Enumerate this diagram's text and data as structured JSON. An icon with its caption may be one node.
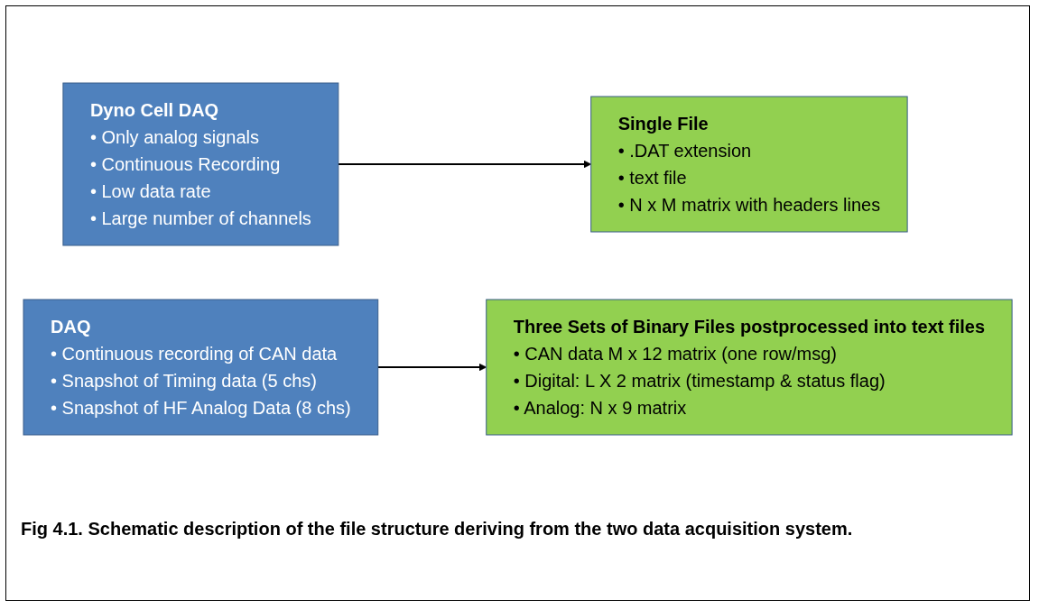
{
  "diagram": {
    "caption": "Fig 4.1. Schematic description of the file structure deriving from the two data acquisition system.",
    "nodes": [
      {
        "text": [
          "Dyno Cell DAQ",
          "• Only analog signals",
          "• Continuous Recording",
          "• Low data rate",
          "• Large number of channels"
        ]
      },
      {
        "text": [
          "Single File",
          "• .DAT extension",
          "• text file",
          "• N x M matrix with headers lines"
        ]
      },
      {
        "text": [
          "DAQ",
          "• Continuous recording of CAN data",
          "• Snapshot of Timing data (5 chs)",
          "• Snapshot of HF Analog Data (8 chs)"
        ]
      },
      {
        "text": [
          "Three Sets of Binary Files postprocessed into text files",
          "• CAN data M x 12 matrix (one row/msg)",
          "• Digital: L X 2 matrix (timestamp & status flag)",
          "• Analog: N x 9 matrix"
        ]
      }
    ],
    "edges": [
      {
        "from": 0,
        "to": 1,
        "arrow": "to"
      },
      {
        "from": 2,
        "to": 3,
        "arrow": "to"
      }
    ]
  }
}
